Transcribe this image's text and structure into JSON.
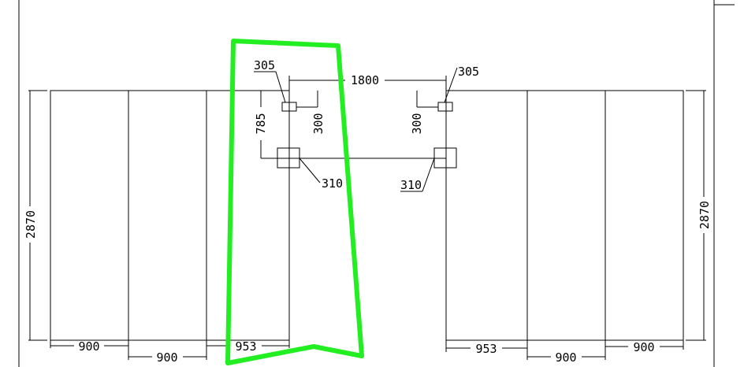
{
  "drawing": {
    "dimensions": {
      "height_left": "2870",
      "height_right": "2870",
      "top_span": "1800",
      "offset_left": "785",
      "small_left": "305",
      "small_right": "305",
      "vertical_left": "300",
      "vertical_right": "300",
      "box_left": "310",
      "box_right": "310",
      "bottom_left": [
        "900",
        "900",
        "953"
      ],
      "bottom_right": [
        "953",
        "900",
        "900"
      ]
    },
    "highlight_color": "#22ee22",
    "line_color": "#000000"
  }
}
